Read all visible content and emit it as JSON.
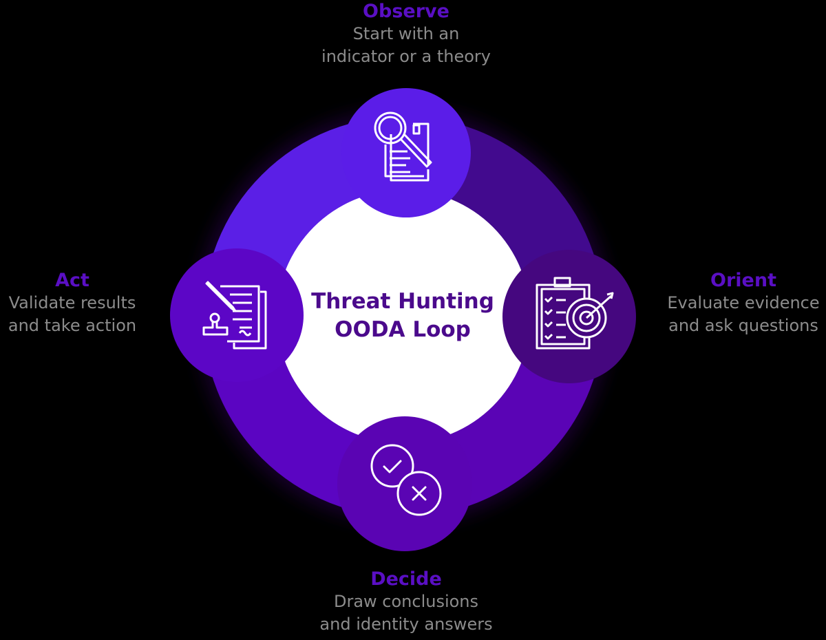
{
  "center": {
    "line1": "Threat Hunting",
    "line2": "OODA Loop"
  },
  "steps": {
    "observe": {
      "title": "Observe",
      "line1": "Start with an",
      "line2": "indicator or a theory",
      "icon": "magnifier-document-icon"
    },
    "orient": {
      "title": "Orient",
      "line1": "Evaluate evidence",
      "line2": "and ask questions",
      "icon": "clipboard-target-icon"
    },
    "decide": {
      "title": "Decide",
      "line1": "Draw conclusions",
      "line2": "and identity answers",
      "icon": "check-cross-icon"
    },
    "act": {
      "title": "Act",
      "line1": "Validate results",
      "line2": "and take action",
      "icon": "document-stamp-icon"
    }
  },
  "colors": {
    "ring_top_left": "#5b1fe6",
    "ring_top_right": "#420a8e",
    "ring_bottom_right": "#5a04b5",
    "ring_bottom_left": "#5b05c2",
    "heading": "#5a0fc4",
    "description": "#8c8c8c",
    "center_text": "#4b0a8c"
  }
}
